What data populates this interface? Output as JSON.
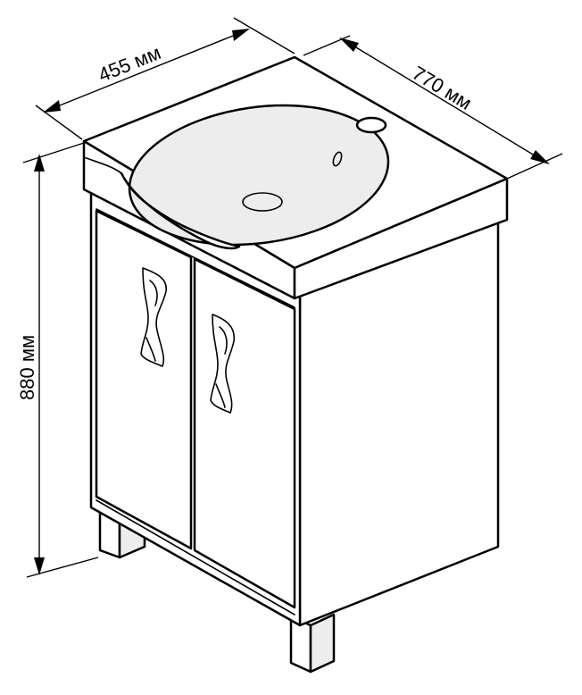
{
  "dimensions": {
    "width": "455 мм",
    "depth": "770 мм",
    "height": "880 мм"
  }
}
